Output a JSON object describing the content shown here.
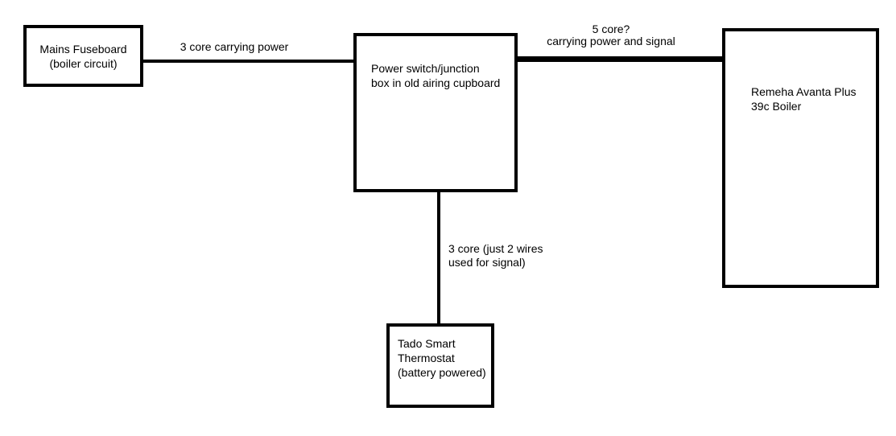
{
  "diagram": {
    "background_color": "#ffffff",
    "stroke_color": "#000000",
    "nodes": {
      "fuseboard": {
        "line1": "Mains Fuseboard",
        "line2": "(boiler circuit)"
      },
      "junction": {
        "line1": "Power switch/junction",
        "line2": "box in old airing cupboard"
      },
      "boiler": {
        "line1": "Remeha Avanta Plus",
        "line2": "39c Boiler"
      },
      "thermostat": {
        "line1": "Tado Smart",
        "line2": "Thermostat",
        "line3": "(battery powered)"
      }
    },
    "wires": {
      "fuseboard_to_junction": {
        "style": "thin",
        "label_line1": "3 core carrying power"
      },
      "junction_to_boiler": {
        "style": "thick",
        "label_line1": "5 core?",
        "label_line2": "carrying power and signal"
      },
      "junction_to_thermostat": {
        "style": "thin",
        "label_line1": "3 core (just 2 wires",
        "label_line2": "used for signal)"
      }
    }
  }
}
